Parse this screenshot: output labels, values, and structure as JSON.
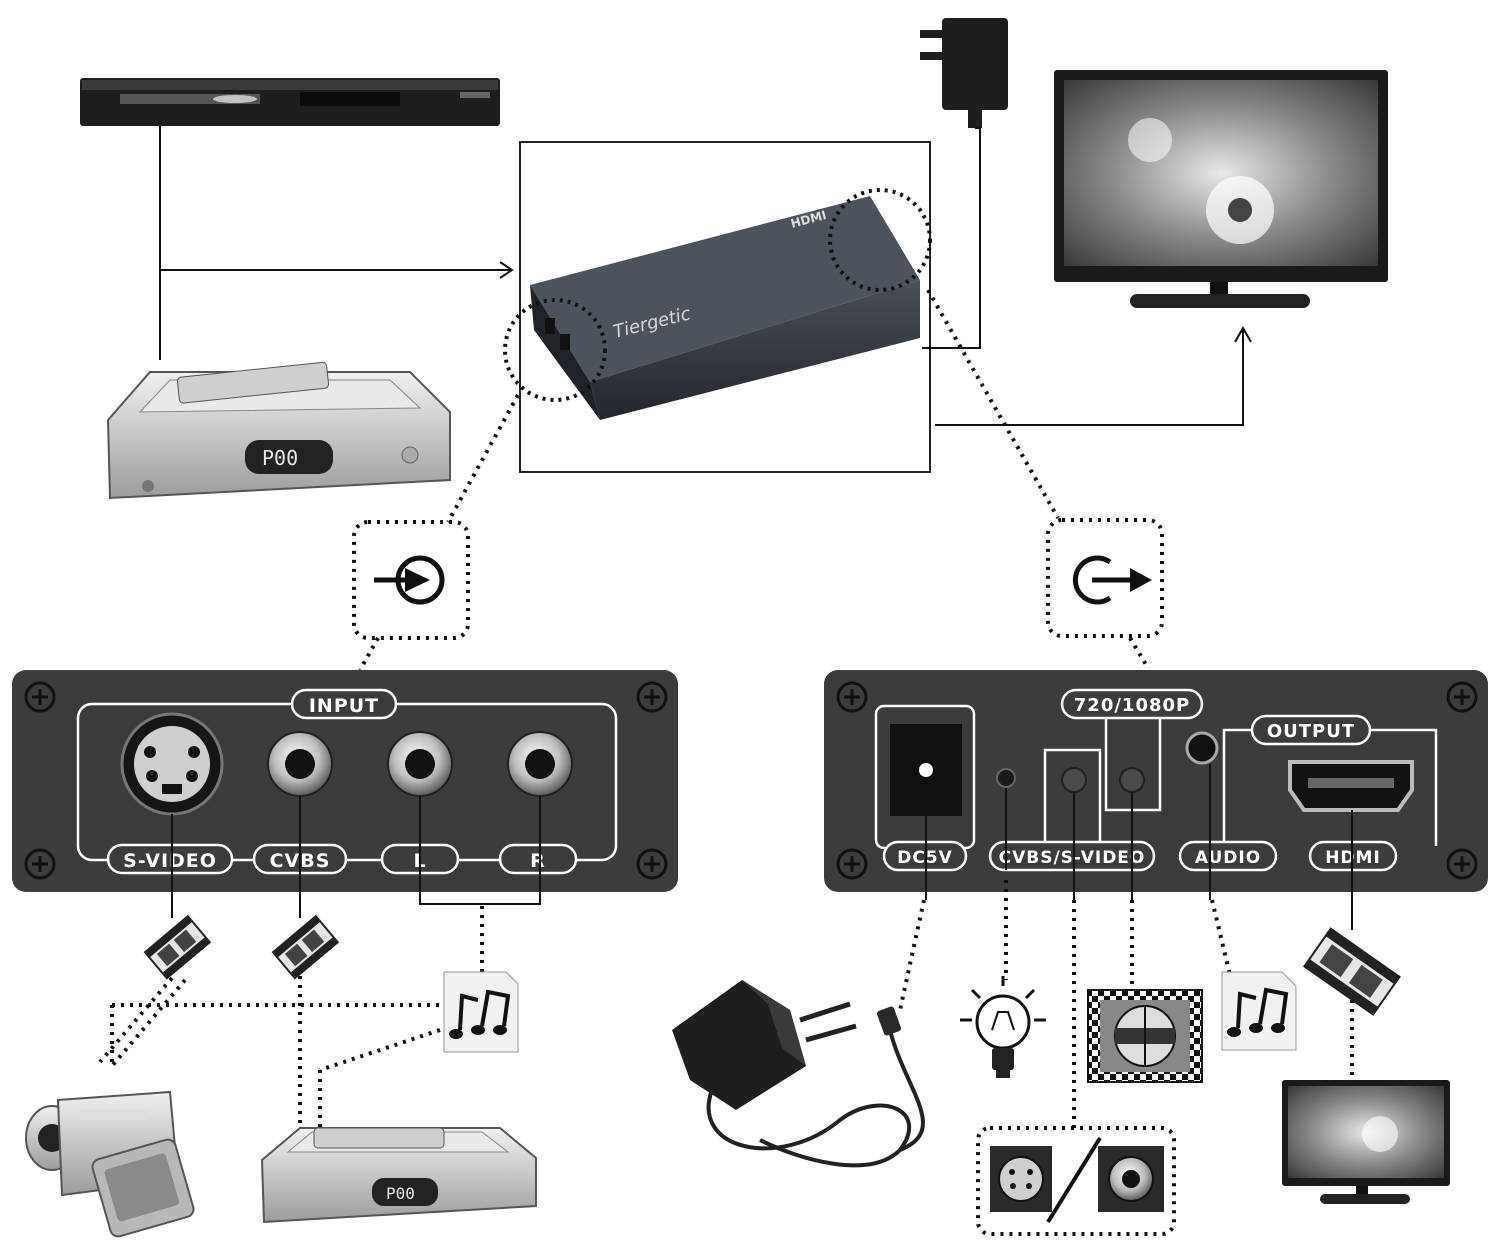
{
  "input_panel": {
    "title": "INPUT",
    "ports": [
      "S-VIDEO",
      "CVBS",
      "L",
      "R"
    ]
  },
  "output_panel": {
    "title": "OUTPUT",
    "resolution": "720/1080P",
    "ports": [
      "DC5V",
      "CVBS/S-VIDEO",
      "AUDIO",
      "HDMI"
    ]
  },
  "device_labels": {
    "converter_brand": "Tiergetic",
    "converter_top": "HDMI",
    "receiver_display": "P00"
  },
  "icons": {
    "input_symbol": "input-arrow-icon",
    "output_symbol": "output-arrow-icon",
    "video": "film-strip-icon",
    "audio": "music-note-icon",
    "indicator": "light-bulb-icon",
    "resolution_switch": "test-pattern-icon",
    "mode_switch": "svideo-cvbs-selector-icon"
  },
  "colors": {
    "panel": "#3c3c3c",
    "panel_line": "#ffffff",
    "line": "#111111",
    "device": "#2a2d33"
  }
}
